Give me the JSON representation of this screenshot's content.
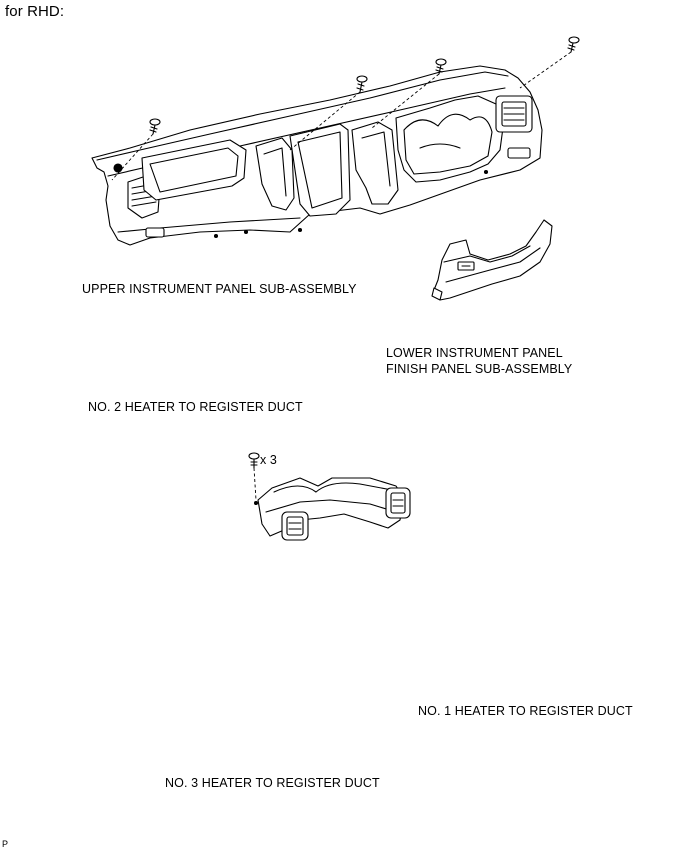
{
  "header": {
    "title": "for RHD:"
  },
  "labels": {
    "upper_panel": "UPPER INSTRUMENT PANEL SUB-ASSEMBLY",
    "lower_panel_line1": "LOWER INSTRUMENT PANEL",
    "lower_panel_line2": "FINISH PANEL SUB-ASSEMBLY",
    "duct_no2": "NO. 2 HEATER TO REGISTER DUCT",
    "duct_no1": "NO. 1 HEATER TO REGISTER DUCT",
    "duct_no3": "NO. 3 HEATER TO REGISTER DUCT",
    "clip_qty": "x 3"
  },
  "footer": {
    "code": "P"
  },
  "colors": {
    "line": "#000000",
    "background": "#ffffff"
  }
}
